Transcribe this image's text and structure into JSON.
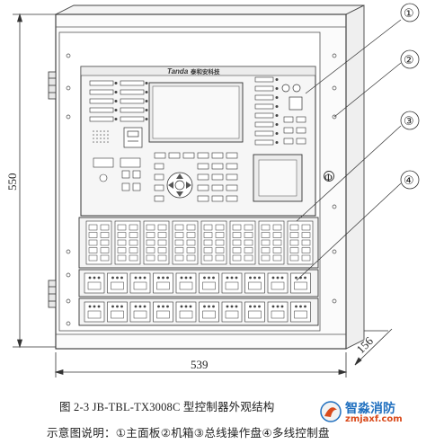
{
  "figure": {
    "dimensions": {
      "height": "550",
      "width": "539",
      "depth": "156"
    },
    "callouts": [
      "①",
      "②",
      "③",
      "④"
    ],
    "brand": "Tanda",
    "brand_cn": "泰和安科技",
    "phi": "Φ"
  },
  "caption": {
    "line1": "图 2-3    JB-TBL-TX3008C 型控制器外观结构",
    "line2": "示意图说明：①主面板②机箱③总线操作盘④多线控制盘"
  },
  "watermark": {
    "title": "智淼消防",
    "url": "zmjaxf.com"
  }
}
